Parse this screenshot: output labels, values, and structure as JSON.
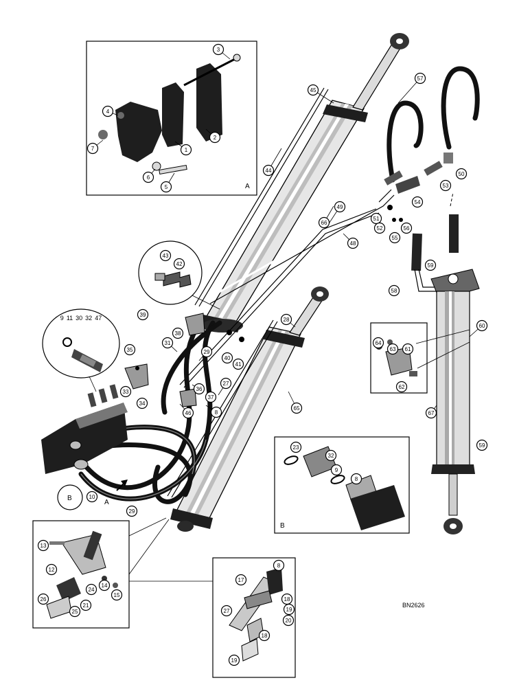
{
  "drawing_code": "BN2626",
  "inset_labels": {
    "clamp_detail": "A",
    "fitting_detail": "B",
    "arrow_ref": "A",
    "circle_ref": "B"
  },
  "detail_tee_numbers": [
    "9",
    "11",
    "30",
    "32",
    "47"
  ],
  "callouts": {
    "c1": "1",
    "c2": "2",
    "c3": "3",
    "c4": "4",
    "c5": "5",
    "c6": "6",
    "c7": "7",
    "c8a": "8",
    "c8b": "8",
    "c8c": "8",
    "c9": "9",
    "c10": "10",
    "c12": "12",
    "c13": "13",
    "c14": "14",
    "c15": "15",
    "c17": "17",
    "c18a": "18",
    "c18b": "18",
    "c19a": "19",
    "c19b": "19",
    "c20": "20",
    "c21": "21",
    "c23": "23",
    "c24": "24",
    "c25": "25",
    "c26": "26",
    "c27a": "27",
    "c27b": "27",
    "c28": "28",
    "c29a": "29",
    "c29b": "29",
    "c31": "31",
    "c32": "32",
    "c33": "33",
    "c34": "34",
    "c35": "35",
    "c36": "36",
    "c37": "37",
    "c38": "38",
    "c39": "39",
    "c40": "40",
    "c41": "41",
    "c42": "42",
    "c43": "43",
    "c44": "44",
    "c45": "45",
    "c46": "46",
    "c48": "48",
    "c49": "49",
    "c50": "50",
    "c51": "51",
    "c52": "52",
    "c53": "53",
    "c54": "54",
    "c55": "55",
    "c56": "56",
    "c57": "57",
    "c58": "58",
    "c59a": "59",
    "c59b": "59",
    "c60": "60",
    "c61": "61",
    "c62": "62",
    "c63": "63",
    "c64": "64",
    "c65": "65",
    "c66": "66",
    "c67": "67"
  }
}
